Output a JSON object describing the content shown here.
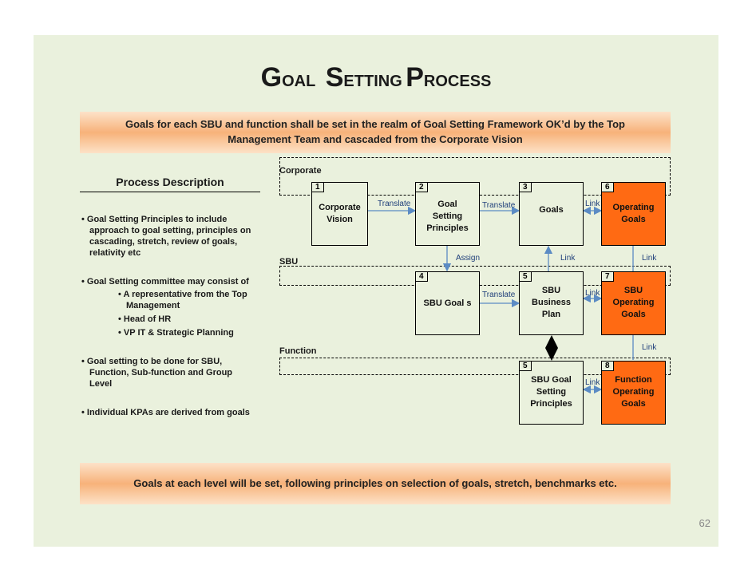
{
  "title": {
    "g": "G",
    "g_rest": "OAL",
    "s": "S",
    "s_rest": "ETTING",
    "p": "P",
    "p_rest": "ROCESS"
  },
  "banner_top": {
    "line1": "Goals for each SBU and function shall be set in the realm of Goal Setting Framework OK’d by the Top",
    "line2": "Management Team and cascaded from the Corporate Vision"
  },
  "process": {
    "heading": "Process Description",
    "items": [
      {
        "b1": "• Goal Setting Principles to include",
        "b2": "approach to goal setting, principles on",
        "b3": "cascading, stretch, review of goals,",
        "b4": "relativity etc"
      },
      {
        "b1": "• Goal Setting committee may consist of"
      },
      {
        "sub1": "• A representative from the Top",
        "sub1b": "Management",
        "sub2": "• Head of HR",
        "sub3": "• VP IT & Strategic Planning"
      },
      {
        "b1": "• Goal setting to be done for SBU,",
        "b2": "Function, Sub-function and Group",
        "b3": "Level"
      },
      {
        "b1": "• Individual KPAs are derived from goals"
      }
    ]
  },
  "levels": {
    "corporate": "Corporate",
    "sbu": "SBU",
    "function": "Function"
  },
  "boxes": {
    "b1": {
      "num": "1",
      "label": "Corporate\nVision"
    },
    "b2": {
      "num": "2",
      "label": "Goal\nSetting\nPrinciples"
    },
    "b3": {
      "num": "3",
      "label": "Goals"
    },
    "b6": {
      "num": "6",
      "label": "Operating\nGoals"
    },
    "b4": {
      "num": "4",
      "label": "SBU Goal s"
    },
    "b5a": {
      "num": "5",
      "label": "SBU\nBusiness\nPlan"
    },
    "b7": {
      "num": "7",
      "label": "SBU\nOperating\nGoals"
    },
    "b5b": {
      "num": "5",
      "label": "SBU Goal\nSetting\nPrinciples"
    },
    "b8": {
      "num": "8",
      "label": "Function\nOperating\nGoals"
    }
  },
  "connectors": {
    "translate": "Translate",
    "link": "Link",
    "assign": "Assign"
  },
  "colors": {
    "orange": "#ff6a13",
    "arrow": "#5b8bc4",
    "background": "#eaf1dd"
  },
  "banner_bottom": "Goals at each level will be set, following principles on selection of goals, stretch, benchmarks etc.",
  "page_number": "62"
}
